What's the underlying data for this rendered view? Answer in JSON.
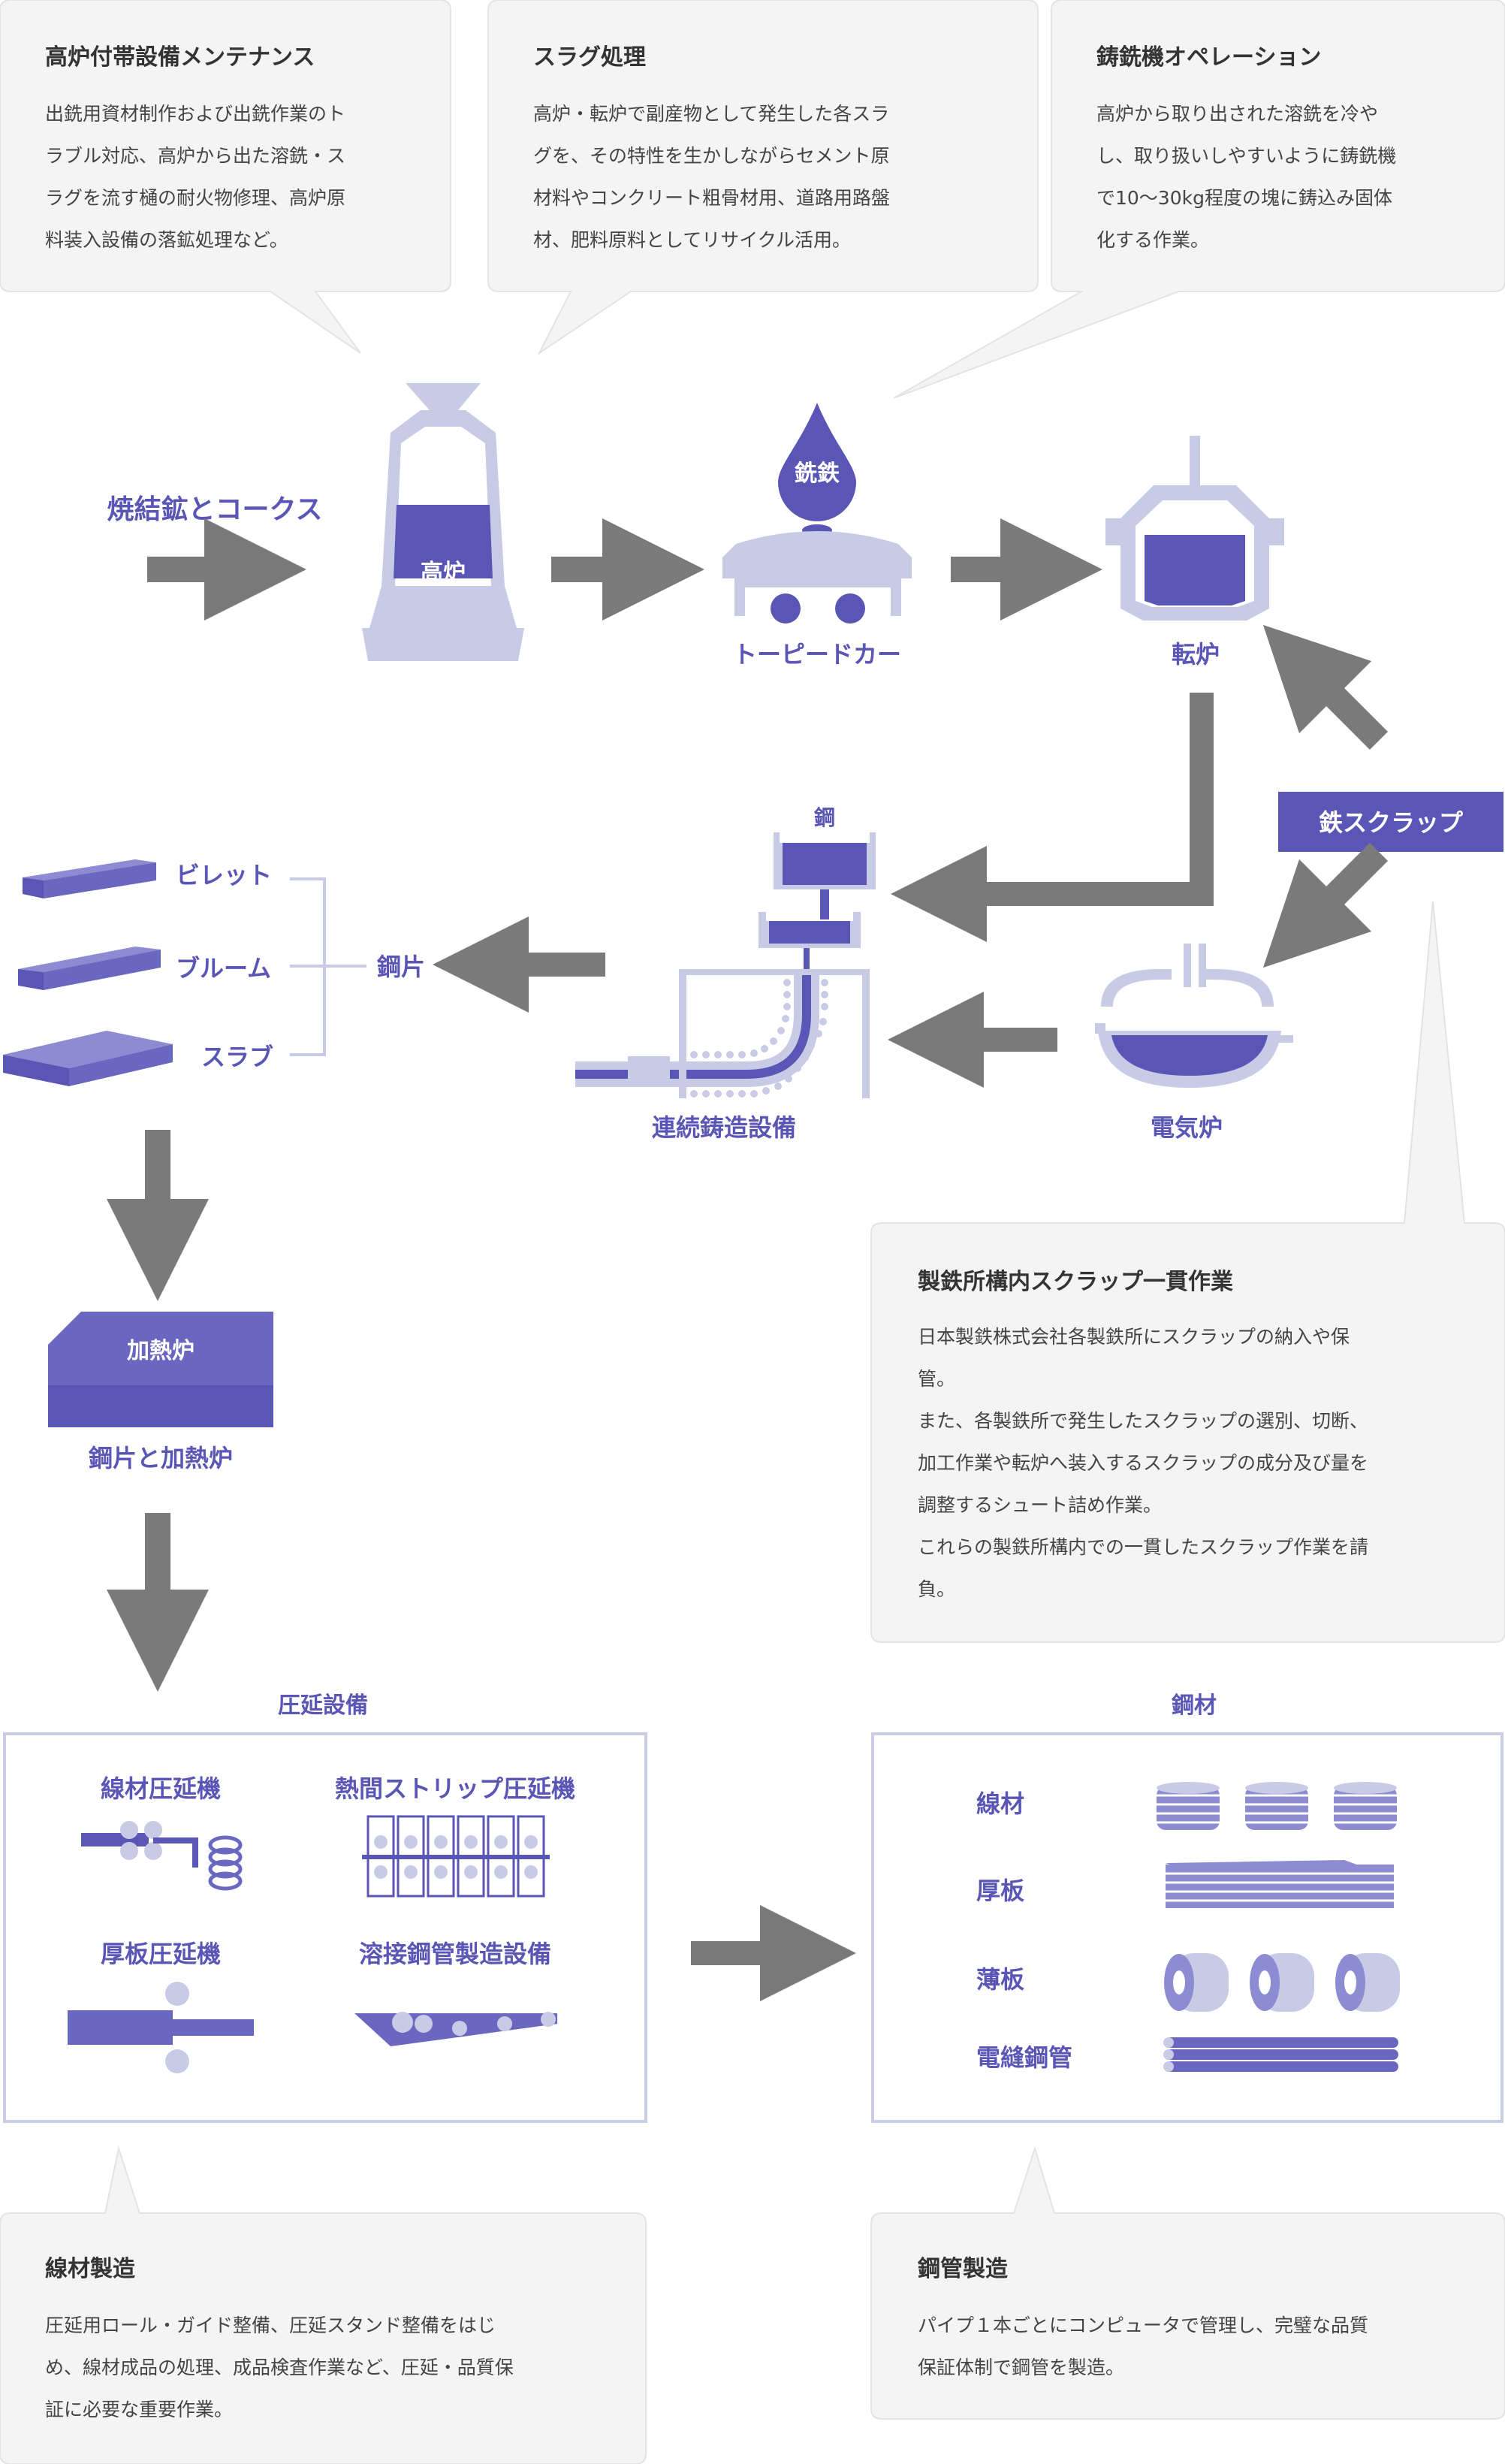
{
  "colors": {
    "primary": "#5a56b6",
    "light": "#c8cbe6",
    "arrow": "#7a7a7a",
    "bubble_bg": "#f4f4f4",
    "bubble_border": "#e3e3e3",
    "frame": "#c9cde6"
  },
  "bubbles": {
    "b1": {
      "title": "高炉付帯設備メンテナンス",
      "lines": [
        "出銑用資材制作および出銑作業のト",
        "ラブル対応、高炉から出た溶銑・ス",
        "ラグを流す樋の耐火物修理、高炉原",
        "料装入設備の落鉱処理など。"
      ]
    },
    "b2": {
      "title": "スラグ処理",
      "lines": [
        "高炉・転炉で副産物として発生した各スラ",
        "グを、その特性を生かしながらセメント原",
        "材料やコンクリート粗骨材用、道路用路盤",
        "材、肥料原料としてリサイクル活用。"
      ]
    },
    "b3": {
      "title": "鋳銑機オペレーション",
      "lines": [
        "高炉から取り出された溶銑を冷や",
        "し、取り扱いしやすいように鋳銑機",
        "で10〜30kg程度の塊に鋳込み固体",
        "化する作業。"
      ]
    },
    "b4": {
      "title": "製鉄所構内スクラップ一貫作業",
      "lines": [
        "日本製鉄株式会社各製鉄所にスクラップの納入や保",
        "管。",
        "また、各製鉄所で発生したスクラップの選別、切断、",
        "加工作業や転炉へ装入するスクラップの成分及び量を",
        "調整するシュート詰め作業。",
        "これらの製鉄所構内での一貫したスクラップ作業を請",
        "負。"
      ]
    },
    "b5": {
      "title": "線材製造",
      "lines": [
        "圧延用ロール・ガイド整備、圧延スタンド整備をはじ",
        "め、線材成品の処理、成品検査作業など、圧延・品質保",
        "証に必要な重要作業。"
      ]
    },
    "b6": {
      "title": "鋼管製造",
      "lines": [
        "パイプ１本ごとにコンピュータで管理し、完璧な品質",
        "保証体制で鋼管を製造。"
      ]
    }
  },
  "flow": {
    "ore_coke": "焼結鉱とコークス",
    "blast_furnace": "高炉",
    "pig_iron": "銑鉄",
    "torpedo_car": "トーピードカー",
    "converter": "転炉",
    "scrap": "鉄スクラップ",
    "steel": "鋼",
    "continuous_casting": "連続鋳造設備",
    "electric_furnace": "電気炉",
    "billet": "ビレット",
    "bloom": "ブルーム",
    "slab": "スラブ",
    "semi_finished": "鋼片",
    "reheating_furnace": "加熱炉",
    "semi_and_furnace": "鋼片と加熱炉"
  },
  "rolling": {
    "heading": "圧延設備",
    "wire_rod_mill": "線材圧延機",
    "hot_strip_mill": "熱間ストリップ圧延機",
    "plate_mill": "厚板圧延機",
    "welded_pipe": "溶接鋼管製造設備"
  },
  "products": {
    "heading": "鋼材",
    "wire_rod": "線材",
    "plate": "厚板",
    "sheet": "薄板",
    "erw_pipe": "電縫鋼管"
  }
}
